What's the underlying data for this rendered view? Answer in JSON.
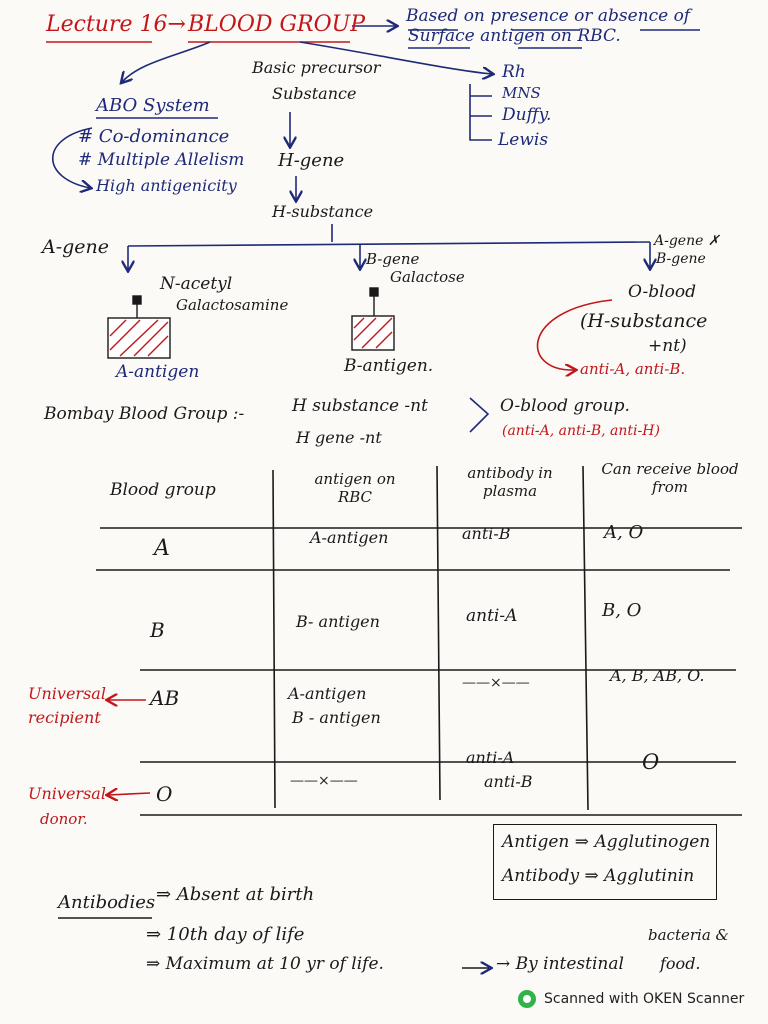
{
  "header": {
    "lecture": "Lecture 16→",
    "topic": "BLOOD GROUP",
    "based1": "Based on presence or absence of",
    "based2": "Surface antigen on RBC."
  },
  "abo": {
    "title": "ABO System",
    "p1": "# Co-dominance",
    "p2": "# Multiple Allelism",
    "p3": "High antigenicity"
  },
  "others": [
    "Rh",
    "MNS",
    "Duffy.",
    "Lewis"
  ],
  "pathway": {
    "basic1": "Basic precursor",
    "basic2": "Substance",
    "hgene": "H-gene",
    "hsub": "H-substance"
  },
  "genes": {
    "a_gene": "A-gene",
    "nacetyl1": "N-acetyl",
    "nacetyl2": "Galactosamine",
    "a_antigen": "A-antigen",
    "b_gene": "B-gene",
    "galactose": "Galactose",
    "b_antigen": "B-antigen.",
    "o_genes1": "A-gene ✗",
    "o_genes2": "B-gene",
    "o_blood": "O-blood",
    "o_h1": "(H-substance",
    "o_h2": "+nt)",
    "o_anti": "anti-A, anti-B."
  },
  "bombay": {
    "label": "Bombay Blood Group :-",
    "h1": "H substance -nt",
    "h2": "H gene -nt",
    "result": "O-blood group.",
    "anti": "(anti-A, anti-B, anti-H)"
  },
  "table": {
    "headers": [
      "Blood group",
      "antigen on RBC",
      "antibody in plasma",
      "Can receive blood from"
    ],
    "rows": [
      {
        "group": "A",
        "antigen": "A-antigen",
        "antigen2": "",
        "antibody": "anti-B",
        "antibody2": "",
        "receive": "A, O"
      },
      {
        "group": "B",
        "antigen": "B- antigen",
        "antigen2": "",
        "antibody": "anti-A",
        "antibody2": "",
        "receive": "B, O"
      },
      {
        "group": "AB",
        "antigen": "A-antigen",
        "antigen2": "B - antigen",
        "antibody": "——×——",
        "antibody2": "",
        "receive": "A, B, AB, O."
      },
      {
        "group": "O",
        "antigen": "——×——",
        "antigen2": "",
        "antibody": "anti-A",
        "antibody2": "anti-B",
        "receive": "O"
      }
    ],
    "univ_recipient1": "Universal",
    "univ_recipient2": "recipient",
    "univ_donor1": "Universal",
    "univ_donor2": "donor."
  },
  "box": {
    "l1": "Antigen ⇒ Agglutinogen",
    "l2": "Antibody ⇒ Agglutinin"
  },
  "antibodies": {
    "label": "Antibodies",
    "p1": "⇒ Absent at birth",
    "p2": "⇒ 10th day of life",
    "p3": "⇒ Maximum at 10 yr of life.",
    "p4": "→ By intestinal",
    "p5a": "bacteria &",
    "p5b": "food."
  },
  "footer": {
    "scanner": "Scanned with OKEN Scanner"
  },
  "colors": {
    "ink": "#1e2a78",
    "red": "#c2161b",
    "black": "#1a1a1a"
  }
}
